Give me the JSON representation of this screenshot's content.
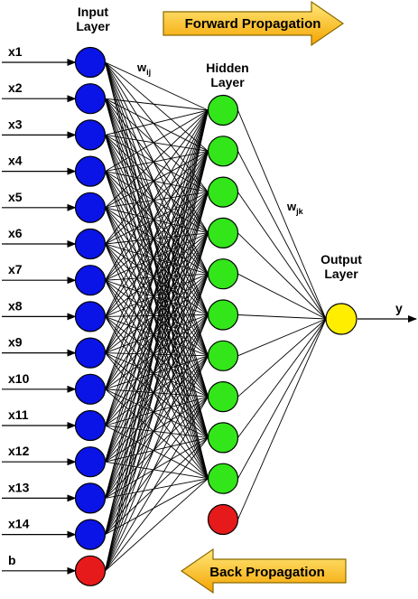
{
  "input_layer": {
    "title_line1": "Input",
    "title_line2": "Layer",
    "inputs": [
      "x1",
      "x2",
      "x3",
      "x4",
      "x5",
      "x6",
      "x7",
      "x8",
      "x9",
      "x10",
      "x11",
      "x12",
      "x13",
      "x14"
    ],
    "bias": "b"
  },
  "hidden_layer": {
    "title_line1": "Hidden",
    "title_line2": "Layer",
    "node_count": 10
  },
  "output_layer": {
    "title_line1": "Output",
    "title_line2": "Layer",
    "output_label": "y"
  },
  "weights": {
    "input_hidden": {
      "base": "w",
      "sub": "ij"
    },
    "hidden_output": {
      "base": "w",
      "sub": "jk"
    }
  },
  "arrows": {
    "forward": "Forward Propagation",
    "back": "Back Propagation"
  },
  "colors": {
    "input_node": "#0a14e6",
    "hidden_node": "#33e61a",
    "bias_node": "#e61a1a",
    "output_node": "#ffee00",
    "arrow_fill_start": "#ffe97a",
    "arrow_fill_end": "#f5a300"
  }
}
